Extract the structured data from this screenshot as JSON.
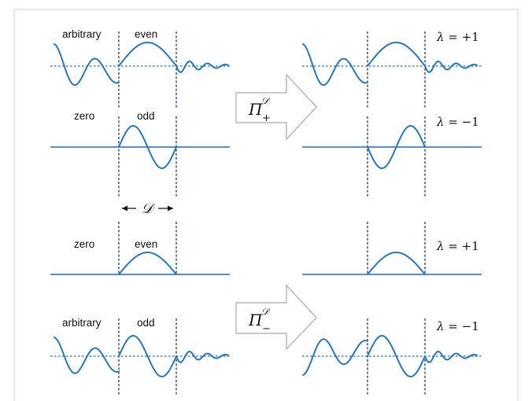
{
  "colors": {
    "curve": "#2577c2",
    "boundary": "#2a3a4a",
    "arrow_outline": "#a8a8a8",
    "frame": "#d8d8d8"
  },
  "domain_label": "𝒟",
  "inputs": [
    {
      "left_label": "arbitrary",
      "mid_label": "even"
    },
    {
      "left_label": "zero",
      "mid_label": "odd"
    },
    {
      "left_label": "zero",
      "mid_label": "even"
    },
    {
      "left_label": "arbitrary",
      "mid_label": "odd"
    }
  ],
  "projectors": [
    {
      "symbol": "Π",
      "superscript": "𝒟",
      "subscript": "+"
    },
    {
      "symbol": "Π",
      "superscript": "𝒟",
      "subscript": "−"
    }
  ],
  "eigenvalues": [
    {
      "lhs": "λ",
      "eq": " = ",
      "rhs": "+1"
    },
    {
      "lhs": "λ",
      "eq": " = ",
      "rhs": "−1"
    },
    {
      "lhs": "λ",
      "eq": " = ",
      "rhs": "+1"
    },
    {
      "lhs": "λ",
      "eq": " = ",
      "rhs": "−1"
    }
  ]
}
